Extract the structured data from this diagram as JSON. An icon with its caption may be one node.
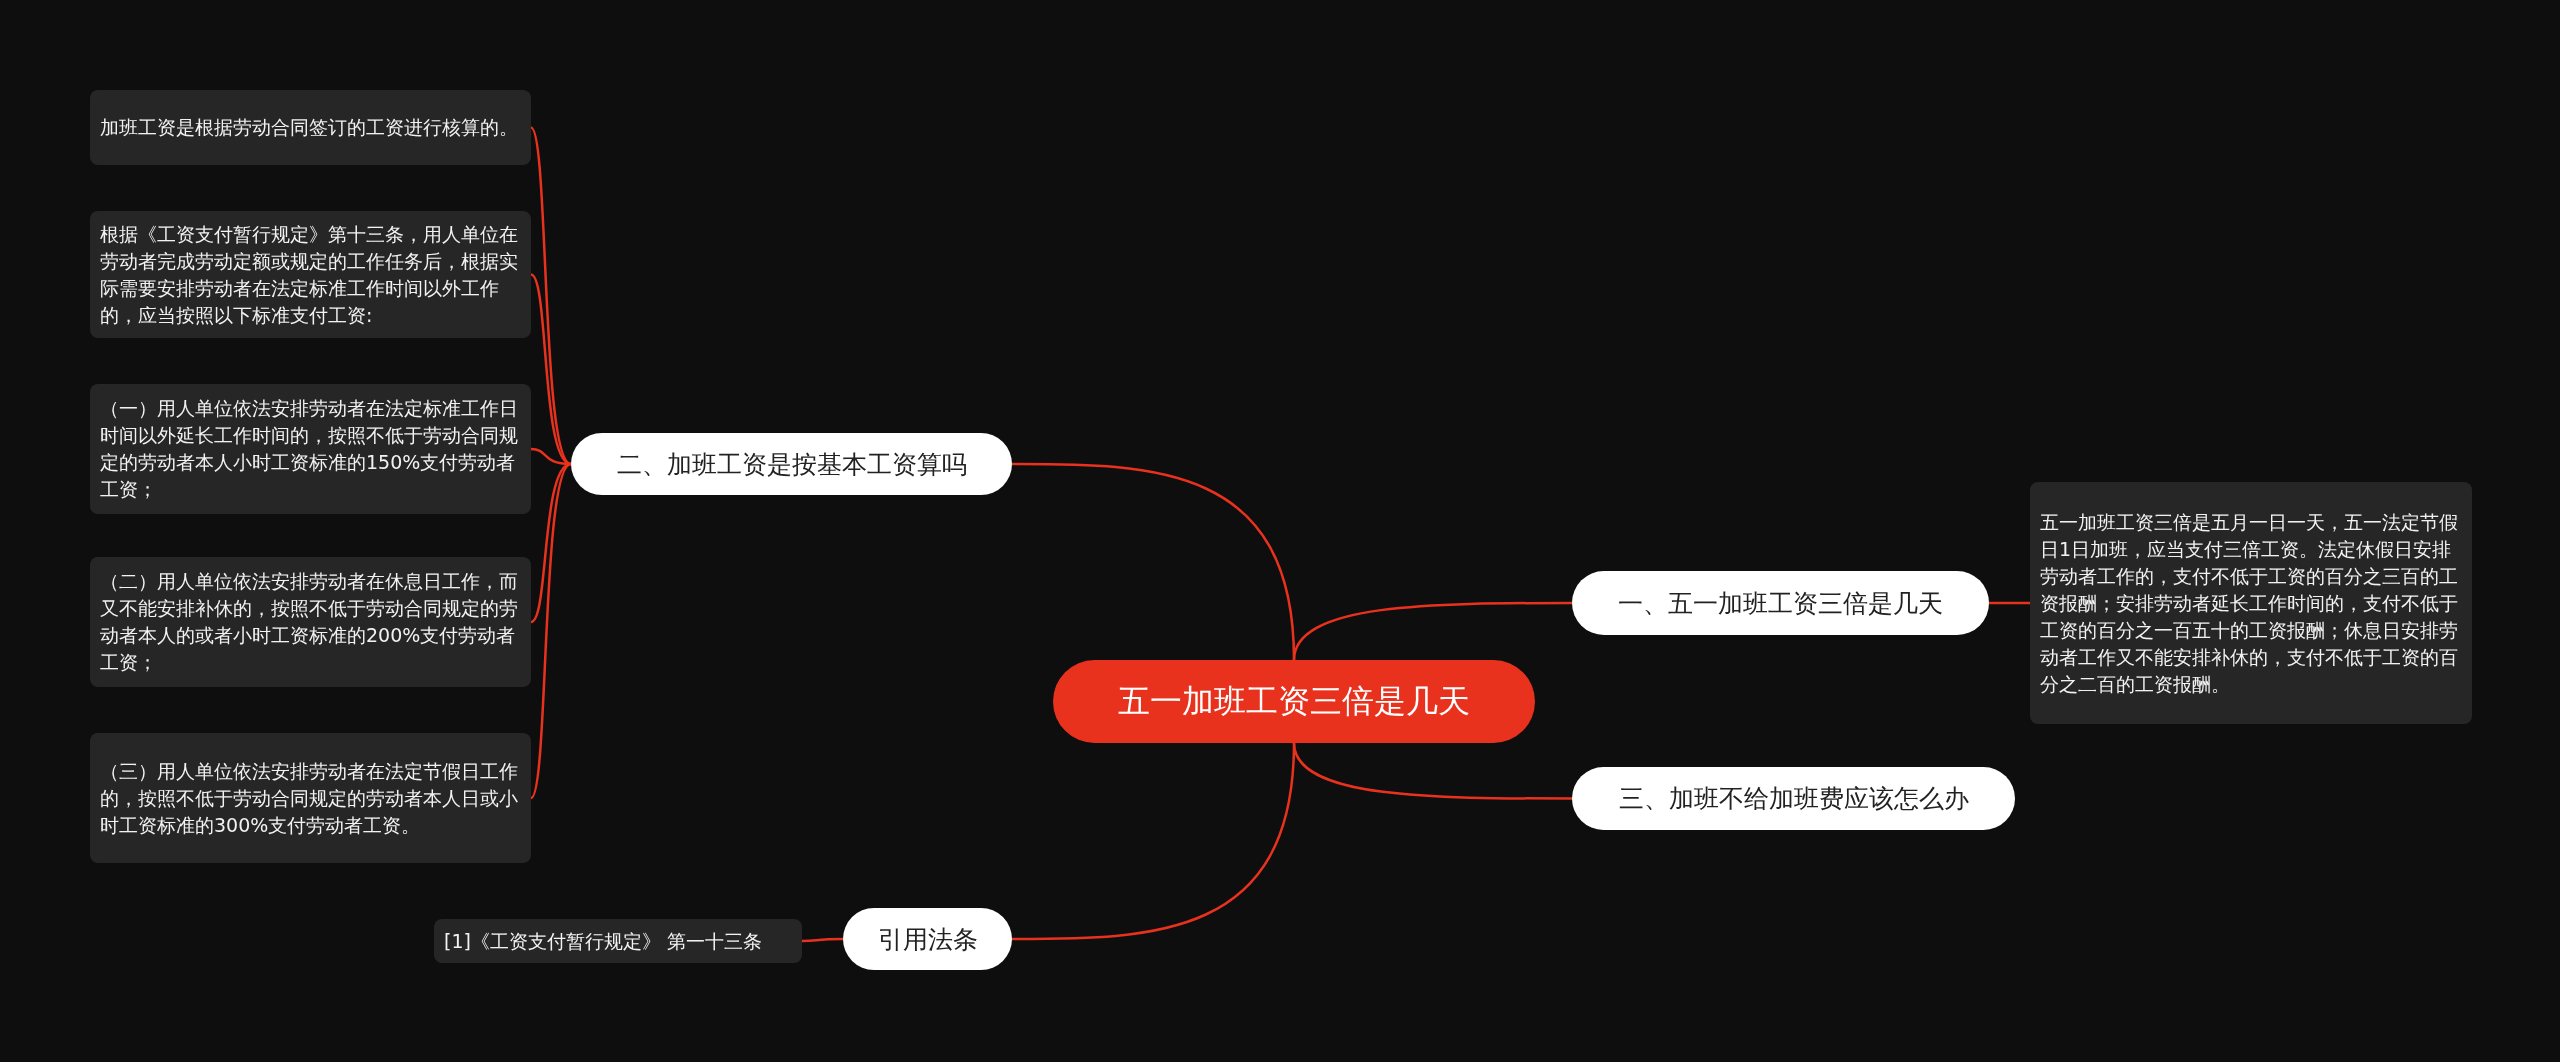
{
  "diagram": {
    "nodes": [
      {
        "text": [
          "五一加班工资三倍是几天"
        ]
      },
      {
        "text": [
          "二、加班工资是按基本工资算吗"
        ]
      },
      {
        "text": [
          "加班工资是根据劳动合同签订的工资进行核算的。"
        ]
      },
      {
        "text": [
          "根据《工资支付暂行规定》第十三条，用人单位在劳动者完成劳动定额或规定的工作任务后，根据实际需要安排劳动者在法定标准工作时间以外工作的，应当按照以下标准支付工资:"
        ]
      },
      {
        "text": [
          "（一）用人单位依法安排劳动者在法定标准工作日时间以外延长工作时间的，按照不低于劳动合同规定的劳动者本人小时工资标准的150%支付劳动者工资；"
        ]
      },
      {
        "text": [
          "（二）用人单位依法安排劳动者在休息日工作，而又不能安排补休的，按照不低于劳动合同规定的劳动者本人的或者小时工资标准的200%支付劳动者工资；"
        ]
      },
      {
        "text": [
          "（三）用人单位依法安排劳动者在法定节假日工作的，按照不低于劳动合同规定的劳动者本人日或小时工资标准的300%支付劳动者工资。"
        ]
      },
      {
        "text": [
          "一、五一加班工资三倍是几天"
        ]
      },
      {
        "text": [
          "五一加班工资三倍是五月一日一天，五一法定节假日1日加班，应当支付三倍工资。法定休假日安排劳动者工作的，支付不低于工资的百分之三百的工资报酬；安排劳动者延长工作时间的，支付不低于工资的百分之一百五十的工资报酬；休息日安排劳动者工作又不能安排补休的，支付不低于工资的百分之二百的工资报酬。"
        ]
      },
      {
        "text": [
          "三、加班不给加班费应该怎么办"
        ]
      },
      {
        "text": [
          "引用法条"
        ]
      },
      {
        "text": [
          "[1]《工资支付暂行规定》 第一十三条"
        ]
      }
    ],
    "edges": [
      {
        "from": 0,
        "to": 1,
        "arrow": "none"
      },
      {
        "from": 1,
        "to": 2,
        "arrow": "none"
      },
      {
        "from": 1,
        "to": 3,
        "arrow": "none"
      },
      {
        "from": 1,
        "to": 4,
        "arrow": "none"
      },
      {
        "from": 1,
        "to": 5,
        "arrow": "none"
      },
      {
        "from": 1,
        "to": 6,
        "arrow": "none"
      },
      {
        "from": 0,
        "to": 7,
        "arrow": "none"
      },
      {
        "from": 7,
        "to": 8,
        "arrow": "none"
      },
      {
        "from": 0,
        "to": 9,
        "arrow": "none"
      },
      {
        "from": 0,
        "to": 10,
        "arrow": "none"
      },
      {
        "from": 10,
        "to": 11,
        "arrow": "none"
      }
    ]
  }
}
